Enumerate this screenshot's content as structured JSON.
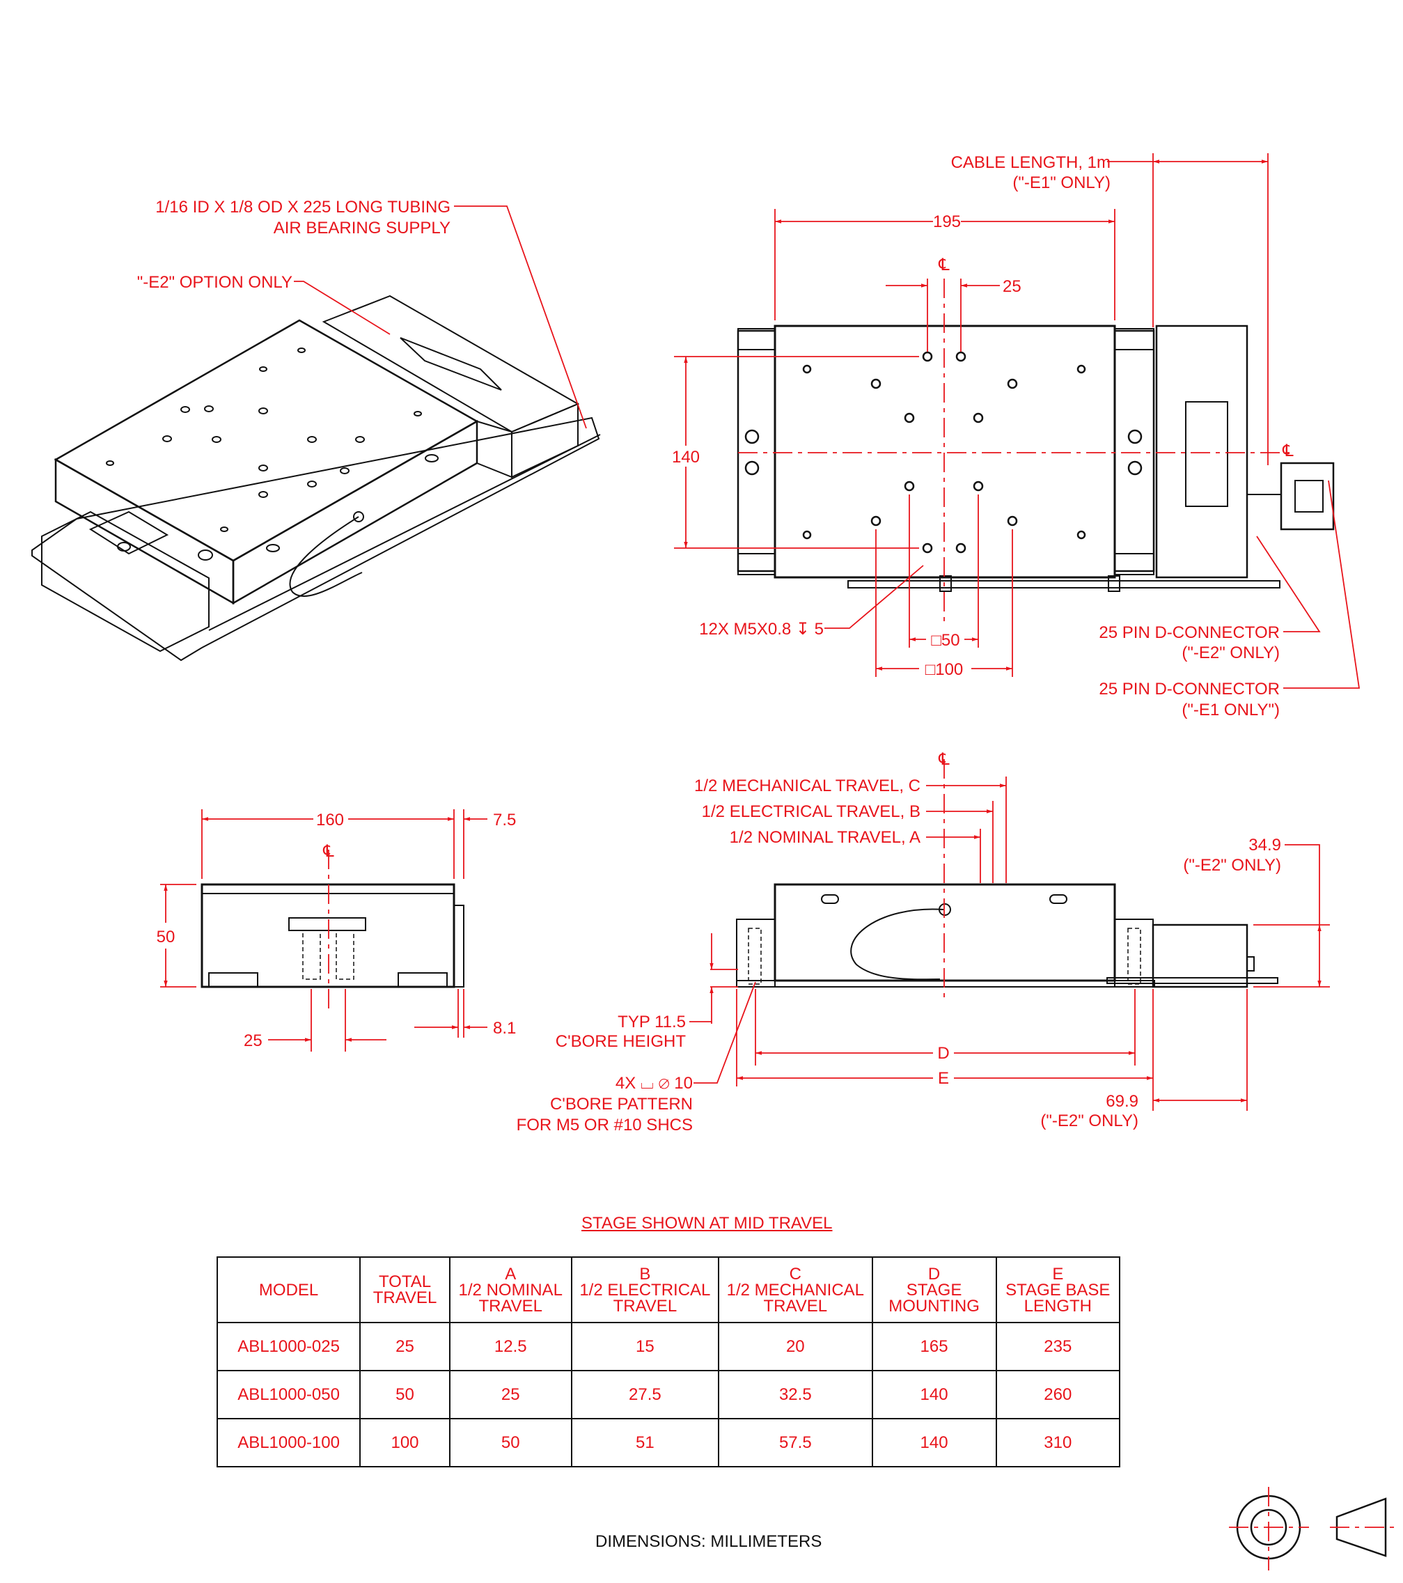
{
  "callouts": {
    "tubing_line1": "1/16 ID X 1/8 OD X 225 LONG TUBING",
    "tubing_line2": "AIR BEARING SUPPLY",
    "e2_option": "\"-E2\" OPTION ONLY",
    "cable_length_line1": "CABLE LENGTH, 1m",
    "cable_length_line2": "(\"-E1\" ONLY)",
    "tapped_holes": "12X M5X0.8 ↧ 5",
    "dconn_e2_line1": "25 PIN D-CONNECTOR",
    "dconn_e2_line2": "(\"-E2\" ONLY)",
    "dconn_e1_line1": "25 PIN D-CONNECTOR",
    "dconn_e1_line2": "(\"-E1 ONLY\")",
    "mech_travel": "1/2 MECHANICAL TRAVEL, C",
    "elec_travel": "1/2 ELECTRICAL TRAVEL, B",
    "nom_travel": "1/2 NOMINAL TRAVEL, A",
    "typ_cbore_line1": "TYP 11.5",
    "typ_cbore_line2": "C'BORE HEIGHT",
    "cbore_pattern_line1": "4X ⌴ ⌀ 10",
    "cbore_pattern_line2": "C'BORE PATTERN",
    "cbore_pattern_line3": "FOR M5 OR #10 SHCS",
    "dim_34_9": "34.9",
    "dim_34_9_note": "(\"-E2\" ONLY)",
    "dim_69_9": "69.9",
    "dim_69_9_note": "(\"-E2\" ONLY)"
  },
  "dimensions": {
    "top_195": "195",
    "top_25": "25",
    "top_140": "140",
    "top_sq50": "□50",
    "top_sq100": "□100",
    "end_160": "160",
    "end_7_5": "7.5",
    "end_50": "50",
    "end_25": "25",
    "end_8_1": "8.1",
    "side_D": "D",
    "side_E": "E",
    "centerline": "℄"
  },
  "table": {
    "title": "STAGE SHOWN AT MID TRAVEL",
    "headers": [
      [
        "MODEL"
      ],
      [
        "TOTAL",
        "TRAVEL"
      ],
      [
        "A",
        "1/2 NOMINAL",
        "TRAVEL"
      ],
      [
        "B",
        "1/2 ELECTRICAL",
        "TRAVEL"
      ],
      [
        "C",
        "1/2 MECHANICAL",
        "TRAVEL"
      ],
      [
        "D",
        "STAGE",
        "MOUNTING"
      ],
      [
        "E",
        "STAGE BASE",
        "LENGTH"
      ]
    ],
    "rows": [
      [
        "ABL1000-025",
        "25",
        "12.5",
        "15",
        "20",
        "165",
        "235"
      ],
      [
        "ABL1000-050",
        "50",
        "25",
        "27.5",
        "32.5",
        "140",
        "260"
      ],
      [
        "ABL1000-100",
        "100",
        "50",
        "51",
        "57.5",
        "140",
        "310"
      ]
    ]
  },
  "units_note": "DIMENSIONS:  MILLIMETERS",
  "colors": {
    "annotation": "#e8141b",
    "linework": "#111111"
  }
}
